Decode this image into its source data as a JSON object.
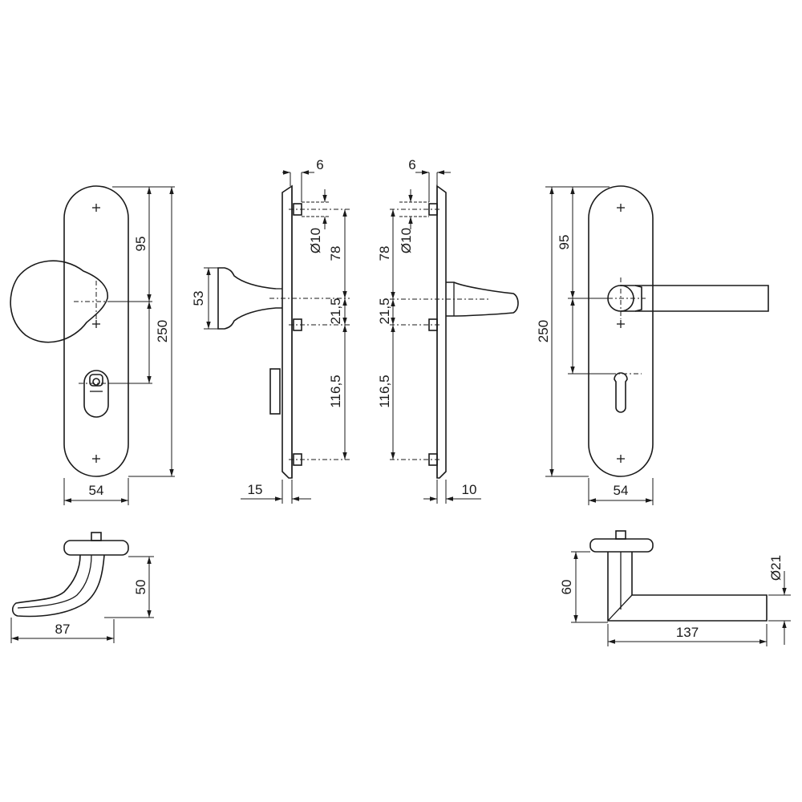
{
  "view_knob_front": {
    "width": "54",
    "height_total": "250",
    "center_to_cylinder": "95"
  },
  "view_knob_side": {
    "knob_diameter": "53",
    "offset": "15",
    "pin_offset": "6",
    "pin_diameter": "Ø10",
    "dist_top": "78",
    "dist_mid": "21,5",
    "dist_bottom": "116,5"
  },
  "view_lever_side": {
    "pin_offset": "6",
    "pin_diameter": "Ø10",
    "dist_top": "78",
    "dist_mid": "21,5",
    "dist_bottom": "116,5",
    "plate_thickness": "10"
  },
  "view_lever_front": {
    "width": "54",
    "height_total": "250",
    "center_to_cylinder": "95"
  },
  "view_knob_top": {
    "height": "50",
    "projection": "87"
  },
  "view_lever_top": {
    "height": "60",
    "length": "137",
    "grip_diameter": "Ø21"
  }
}
